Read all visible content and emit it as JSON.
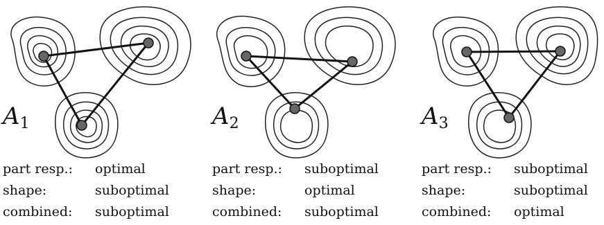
{
  "panels": [
    {
      "label": "A",
      "index": "1",
      "properties": [
        {
          "key": "part resp.:",
          "value": "optimal"
        },
        {
          "key": "shape:",
          "value": "suboptimal"
        },
        {
          "key": "combined:",
          "value": "suboptimal"
        }
      ]
    },
    {
      "label": "A",
      "index": "2",
      "properties": [
        {
          "key": "part resp.:",
          "value": "suboptimal"
        },
        {
          "key": "shape:",
          "value": "optimal"
        },
        {
          "key": "combined:",
          "value": "suboptimal"
        }
      ]
    },
    {
      "label": "A",
      "index": "3",
      "properties": [
        {
          "key": "part resp.:",
          "value": "suboptimal"
        },
        {
          "key": "shape:",
          "value": "suboptimal"
        },
        {
          "key": "combined:",
          "value": "optimal"
        }
      ]
    }
  ]
}
